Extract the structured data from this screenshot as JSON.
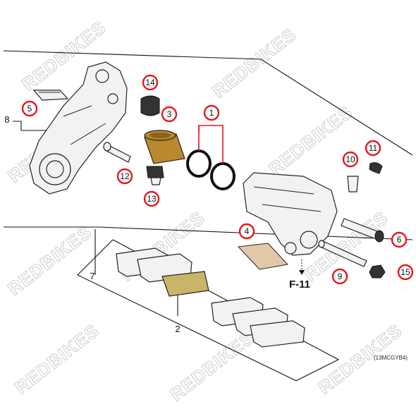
{
  "watermark": "REDBIKES",
  "diagram_code": "(13MCGYB4)",
  "reference_label": "F-11",
  "callouts": [
    {
      "num": "1",
      "highlight": true
    },
    {
      "num": "2",
      "highlight": false
    },
    {
      "num": "3",
      "highlight": true
    },
    {
      "num": "4",
      "highlight": true
    },
    {
      "num": "5",
      "highlight": true
    },
    {
      "num": "6",
      "highlight": true
    },
    {
      "num": "7",
      "highlight": false
    },
    {
      "num": "8",
      "highlight": false
    },
    {
      "num": "9",
      "highlight": true
    },
    {
      "num": "10",
      "highlight": true
    },
    {
      "num": "11",
      "highlight": true
    },
    {
      "num": "12",
      "highlight": true
    },
    {
      "num": "13",
      "highlight": true
    },
    {
      "num": "14",
      "highlight": true
    },
    {
      "num": "15",
      "highlight": true
    }
  ],
  "colors": {
    "callout_ring": "#e8141c",
    "callout_fill": "#ffffff",
    "line": "#111111",
    "piston": "#b8892e",
    "watermark": "#cfcfcf"
  }
}
